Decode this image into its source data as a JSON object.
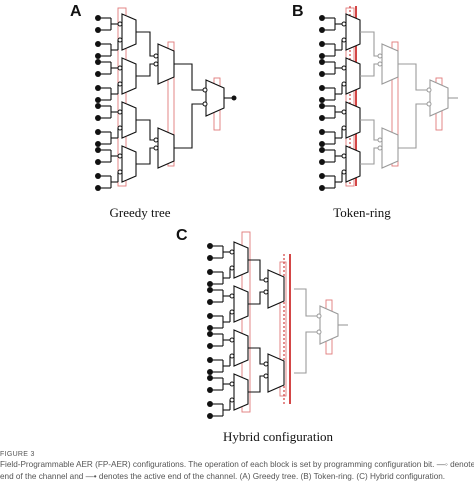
{
  "panels": [
    {
      "letter": "A",
      "caption": "Greedy tree"
    },
    {
      "letter": "B",
      "caption": "Token-ring"
    },
    {
      "letter": "C",
      "caption": "Hybrid configuration"
    }
  ],
  "caption": {
    "label": "FIGURE 3",
    "line1": "Field-Programmable AER (FP-AER) configurations. The operation of each block is set by programming configuration bit. —◦ denotes the passive",
    "line2": "end of the channel and —• denotes the active end of the channel. (A) Greedy tree. (B) Token-ring. (C) Hybrid configuration."
  },
  "colors": {
    "active_wire": "#111111",
    "inactive_wire": "#9a9a9a",
    "token_ring": "#c81818",
    "frame": "#e07a7a"
  }
}
